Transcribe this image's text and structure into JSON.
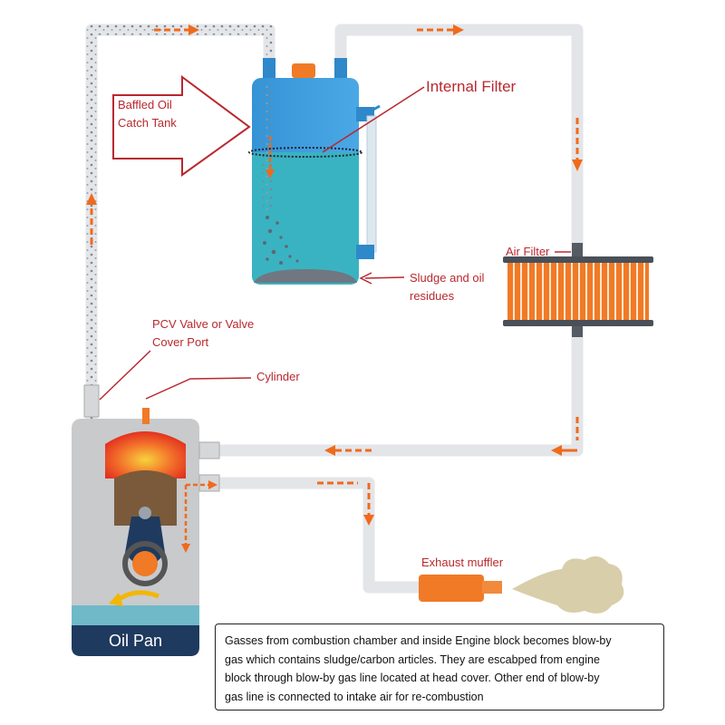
{
  "labels": {
    "baffled_tank": [
      "Baffled Oil",
      "Catch Tank"
    ],
    "internal_filter": "Internal Filter",
    "air_filter": "Air Filter",
    "sludge": [
      "Sludge and oil",
      "residues"
    ],
    "pcv_valve": [
      "PCV Valve or Valve",
      "Cover Port"
    ],
    "cylinder": "Cylinder",
    "exhaust_muffler": "Exhaust muffler",
    "oil_pan": "Oil Pan"
  },
  "description": [
    "Gasses from combustion chamber and inside Engine block becomes blow-by",
    "gas which contains sludge/carbon articles. They are escabped from engine",
    "block through blow-by gas line located at head cover. Other end of blow-by",
    "gas line is connected to intake air for re-combustion"
  ],
  "colors": {
    "label_red": "#b8282e",
    "flow_arrow": "#f06a1c",
    "tank_blue": "#3a9ad9",
    "oil_teal": "#39b3c2",
    "engine_grey": "#c9cacc",
    "oil_pan_navy": "#1f3a5f",
    "air_filter_orange": "#f07a26"
  }
}
